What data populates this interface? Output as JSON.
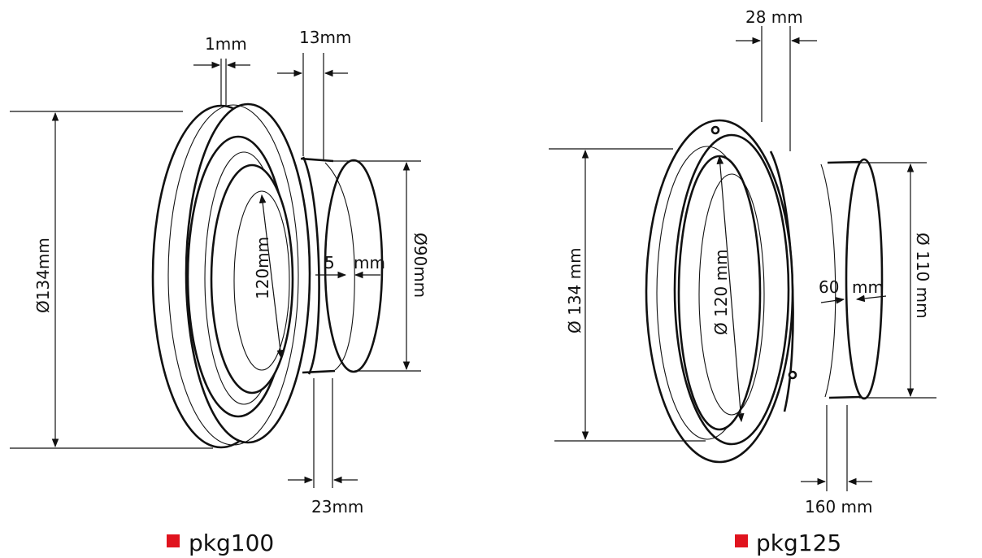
{
  "left_figure": {
    "dims": {
      "top_small": "1mm",
      "top_right": "13mm",
      "outer_dia": "Ø134mm",
      "inner_dia": "120mm",
      "wall": "5",
      "wall_unit": "mm",
      "pipe_dia": "Ø90mm",
      "bottom": "23mm"
    },
    "caption": "pkg100"
  },
  "right_figure": {
    "dims": {
      "top": "28 mm",
      "outer_dia": "Ø 134 mm",
      "inner_dia": "Ø 120 mm",
      "wall": "60",
      "wall_unit": "mm",
      "pipe_dia": "Ø 110 mm",
      "bottom": "160 mm"
    },
    "caption": "pkg125"
  },
  "colors": {
    "bullet": "#e0141e",
    "line": "#111111"
  }
}
